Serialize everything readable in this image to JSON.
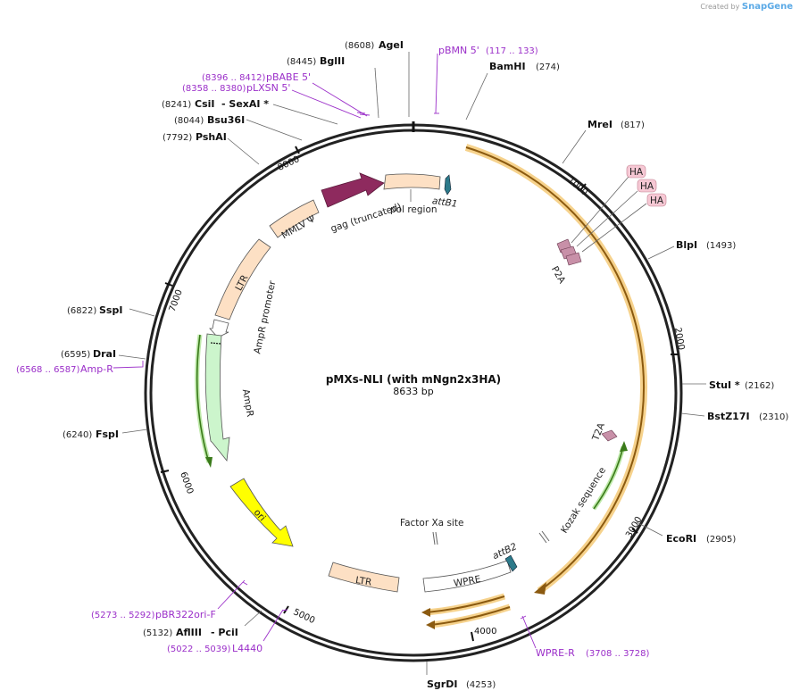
{
  "brand": {
    "created_by": "Created by",
    "name": "SnapGene"
  },
  "plasmid": {
    "name": "pMXs-NLI (with mNgn2x3HA)",
    "length": "8633 bp"
  },
  "ticks": [
    "1000",
    "2000",
    "3000",
    "4000",
    "5000",
    "6000",
    "7000",
    "8000"
  ],
  "sites": [
    {
      "name": "AgeI",
      "pos": "(8608)"
    },
    {
      "name": "BglII",
      "pos": "(8445)"
    },
    {
      "name": "BamHI",
      "pos": "(274)"
    },
    {
      "name": "MreI",
      "pos": "(817)"
    },
    {
      "name": "BlpI",
      "pos": "(1493)"
    },
    {
      "name": "StuI *",
      "pos": "(2162)"
    },
    {
      "name": "BstZ17I",
      "pos": "(2310)"
    },
    {
      "name": "EcoRI",
      "pos": "(2905)"
    },
    {
      "name": "SgrDI",
      "pos": "(4253)"
    },
    {
      "name": "AflIII",
      "pos": "(5132)",
      "extra": "- PciI"
    },
    {
      "name": "FspI",
      "pos": "(6240)"
    },
    {
      "name": "DraI",
      "pos": "(6595)"
    },
    {
      "name": "SspI",
      "pos": "(6822)"
    },
    {
      "name": "PshAI",
      "pos": "(7792)"
    },
    {
      "name": "Bsu36I",
      "pos": "(8044)"
    },
    {
      "name": "CsiI",
      "pos": "(8241)",
      "extra": "- SexAI *"
    }
  ],
  "primers": [
    {
      "name": "pBMN 5'",
      "range": "(117 .. 133)"
    },
    {
      "name": "pBABE 5'",
      "range": "(8396 .. 8412)"
    },
    {
      "name": "pLXSN 5'",
      "range": "(8358 .. 8380)"
    },
    {
      "name": "Amp-R",
      "range": "(6568 .. 6587)"
    },
    {
      "name": "pBR322ori-F",
      "range": "(5273 .. 5292)"
    },
    {
      "name": "L4440",
      "range": "(5022 .. 5039)"
    },
    {
      "name": "WPRE-R",
      "range": "(3708 .. 3728)"
    }
  ],
  "features": {
    "gag": "gag (truncated)",
    "pol": "pol region",
    "attB1": "attB1",
    "mmlv": "MMLV Ψ",
    "ltr_left": "LTR",
    "ampr_promoter": "AmpR promoter",
    "ampr": "AmpR",
    "ori": "ori",
    "ltr_bottom": "LTR",
    "wpre": "WPRE",
    "attB2": "attB2",
    "factor_xa": "Factor Xa site",
    "kozak": "Kozak sequence",
    "t2a": "T2A",
    "p2a": "P2A",
    "ha1": "HA",
    "ha2": "HA",
    "ha3": "HA"
  }
}
